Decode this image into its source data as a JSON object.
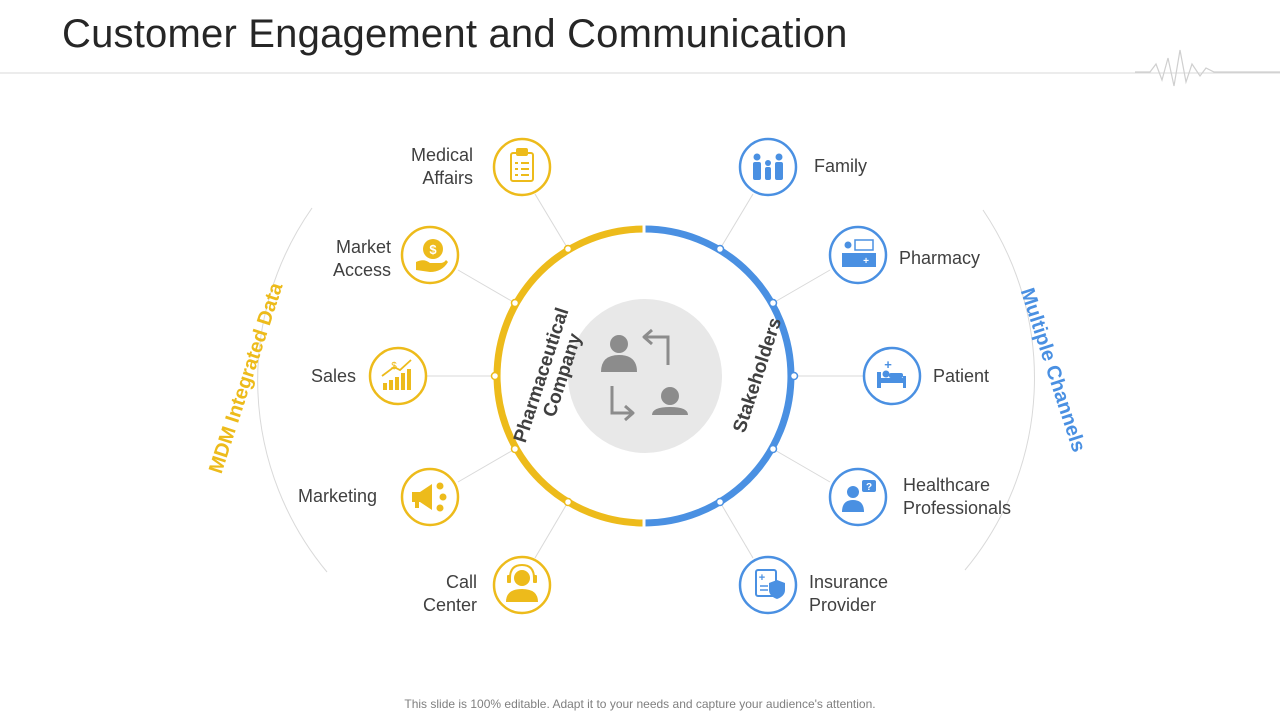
{
  "title": "Customer Engagement and Communication",
  "footer": "This slide is 100% editable. Adapt it to your needs and capture your audience's attention.",
  "colors": {
    "yellow": "#EDBB1B",
    "blue": "#4A90E2",
    "gray_circle": "#E8E8E8",
    "gray_icon": "#8C8C8C",
    "connector": "#D9D9D9"
  },
  "diagram": {
    "center_icon": "exchange-people-icon",
    "left_arc_label": "Pharmaceutical Company",
    "left_arc_label_lines": [
      "Pharmaceutical",
      "Company"
    ],
    "right_arc_label": "Stakeholders",
    "outer_left_label": "MDM Integrated Data",
    "outer_right_label": "Multiple Channels",
    "left_nodes": [
      {
        "lines": [
          "Medical",
          "Affairs"
        ],
        "icon": "clipboard-icon"
      },
      {
        "lines": [
          "Market",
          "Access"
        ],
        "icon": "hand-coin-icon"
      },
      {
        "lines": [
          "Sales"
        ],
        "icon": "growth-chart-icon"
      },
      {
        "lines": [
          "Marketing"
        ],
        "icon": "megaphone-icon"
      },
      {
        "lines": [
          "Call",
          "Center"
        ],
        "icon": "headset-agent-icon"
      }
    ],
    "right_nodes": [
      {
        "lines": [
          "Family"
        ],
        "icon": "family-icon"
      },
      {
        "lines": [
          "Pharmacy"
        ],
        "icon": "pharmacy-icon"
      },
      {
        "lines": [
          "Patient"
        ],
        "icon": "hospital-bed-icon"
      },
      {
        "lines": [
          "Healthcare",
          "Professionals"
        ],
        "icon": "doctor-question-icon"
      },
      {
        "lines": [
          "Insurance",
          "Provider"
        ],
        "icon": "insurance-shield-icon"
      }
    ]
  }
}
